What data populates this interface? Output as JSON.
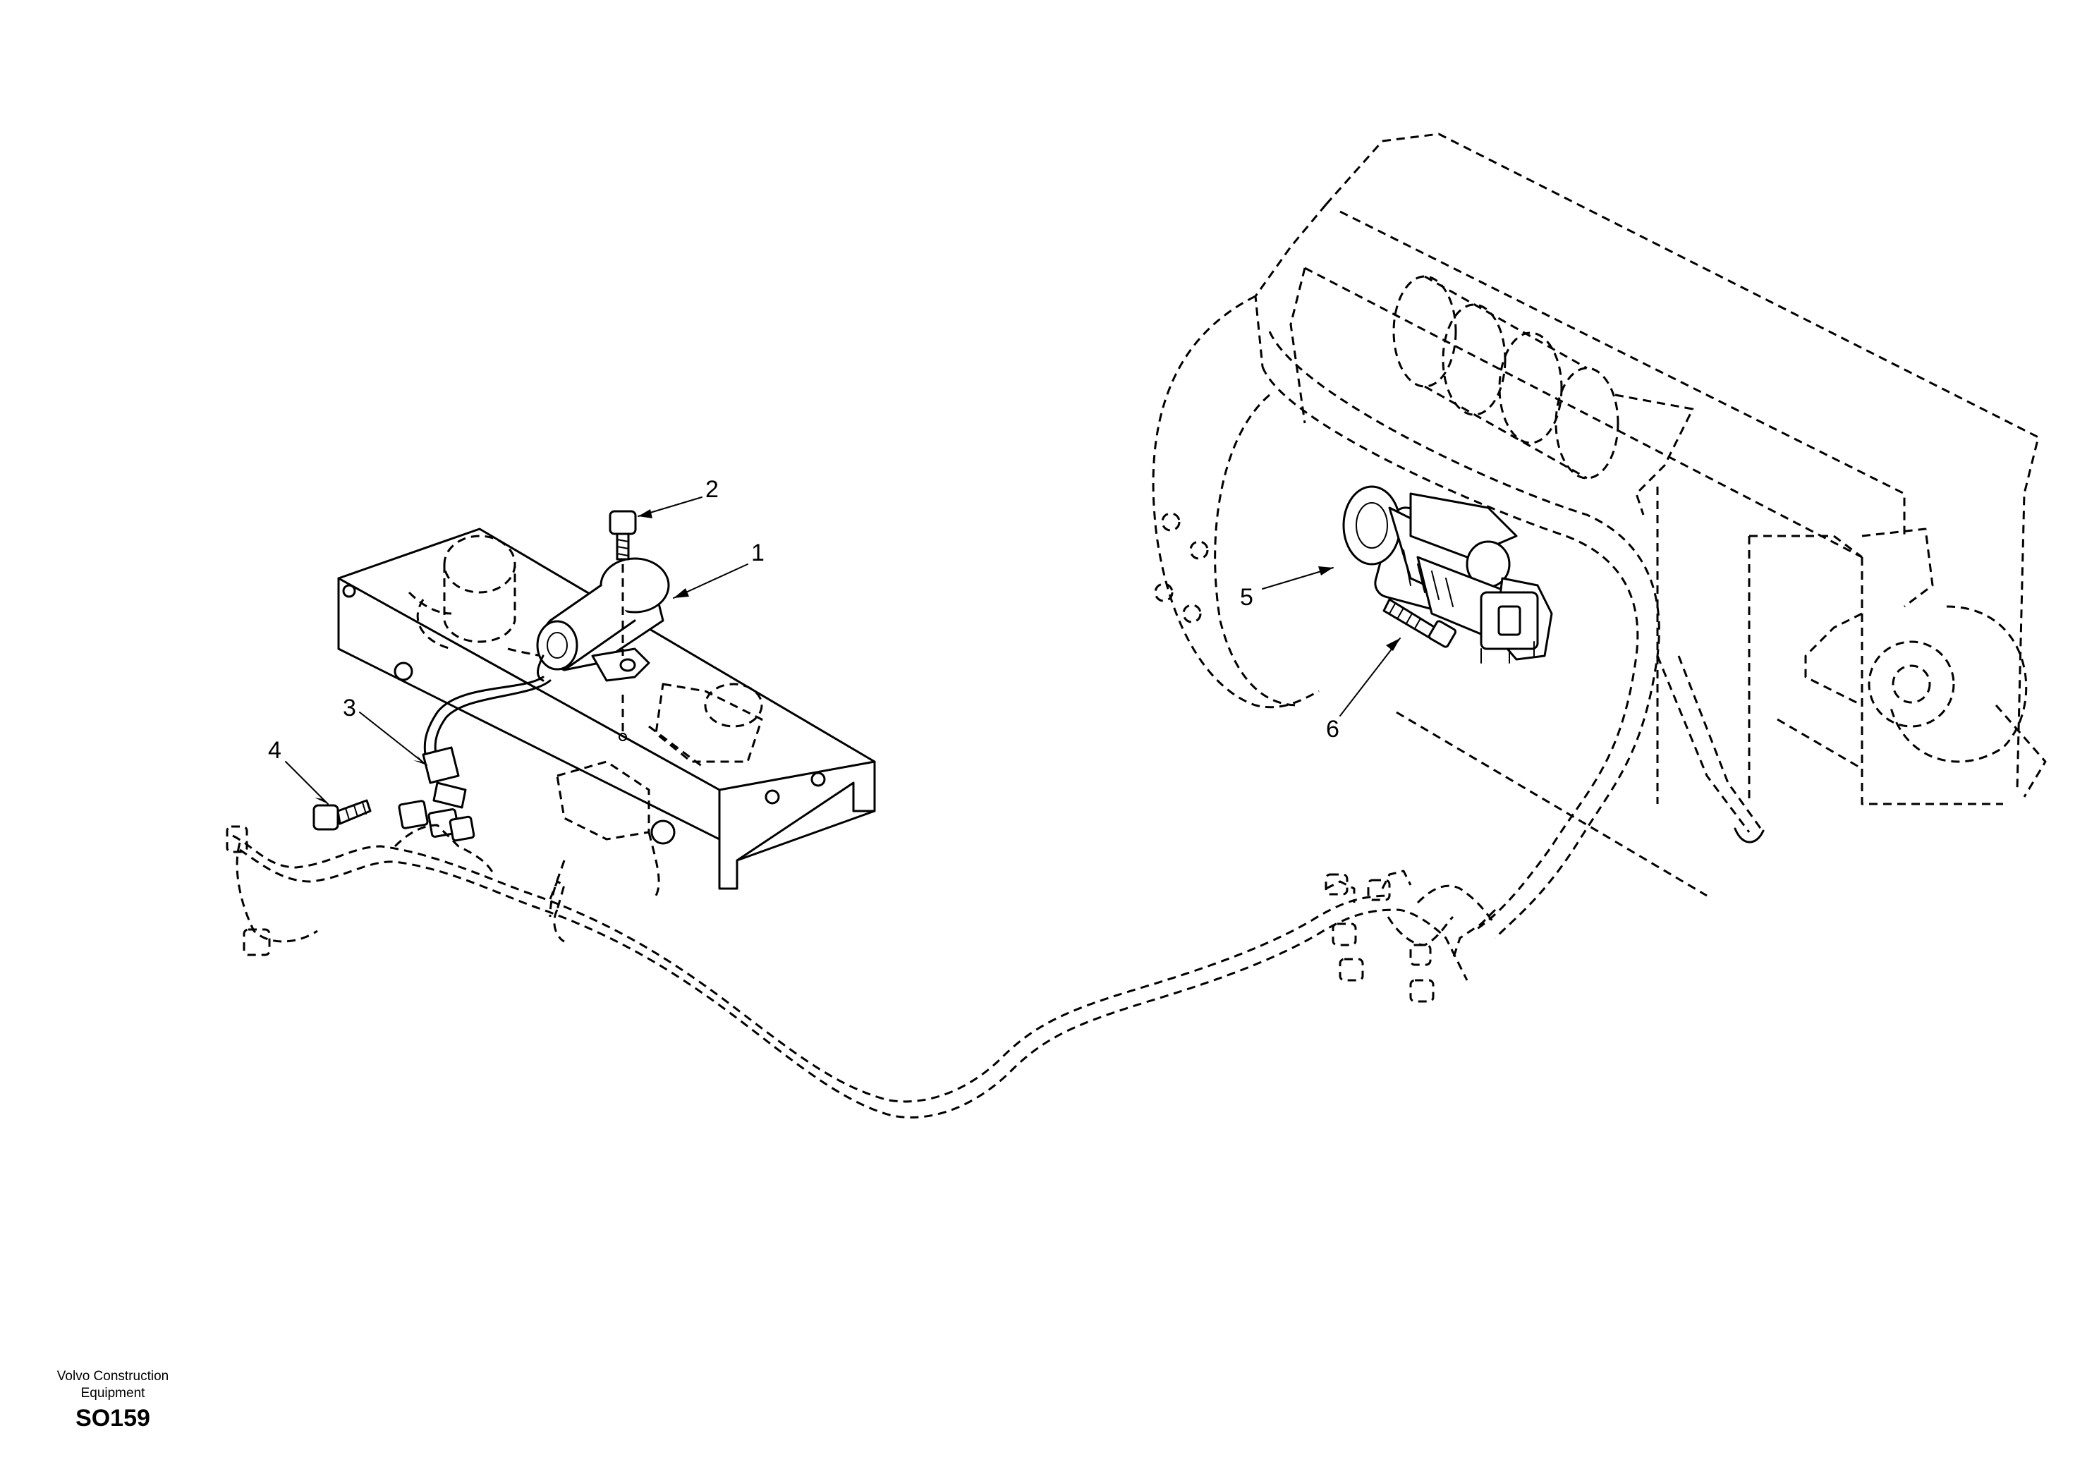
{
  "callouts": [
    {
      "id": "1",
      "label": "1"
    },
    {
      "id": "2",
      "label": "2"
    },
    {
      "id": "3",
      "label": "3"
    },
    {
      "id": "4",
      "label": "4"
    },
    {
      "id": "5",
      "label": "5"
    },
    {
      "id": "6",
      "label": "6"
    }
  ],
  "footer": {
    "brand_line1": "Volvo Construction",
    "brand_line2": "Equipment",
    "code": "SO159"
  }
}
